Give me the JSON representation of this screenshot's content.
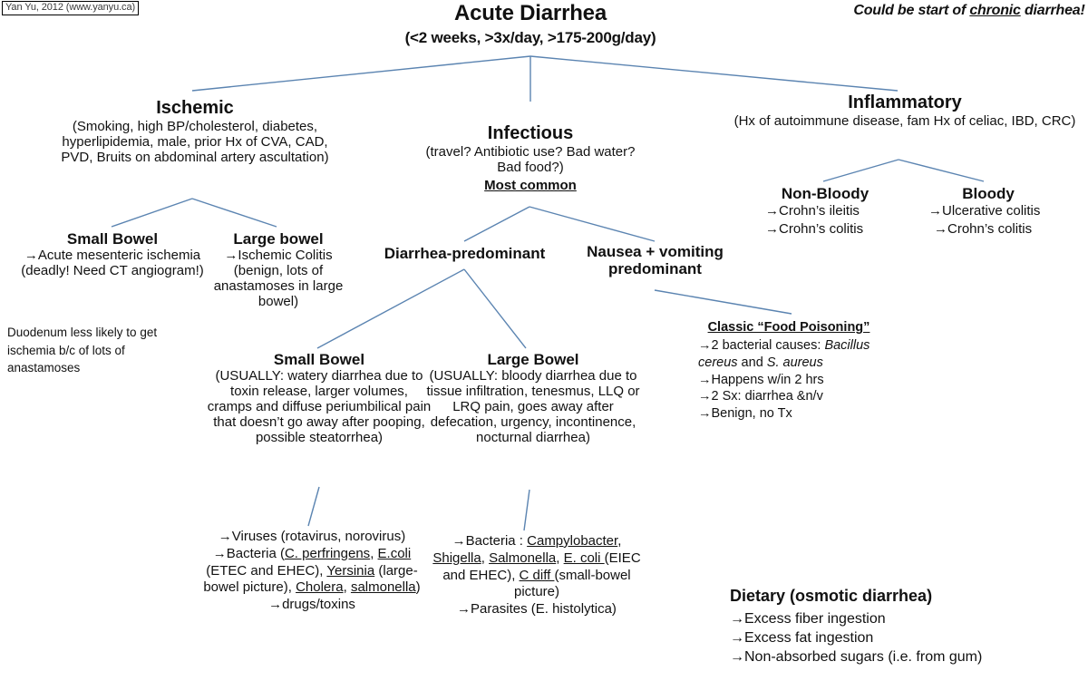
{
  "watermark": "Yan Yu, 2012 (www.yanyu.ca)",
  "title": {
    "main": "Acute Diarrhea",
    "sub": "(<2 weeks, >3x/day, >175-200g/day)"
  },
  "chronic_note": {
    "before": "Could be start of ",
    "underlined": "chronic",
    "after": " diarrhea!"
  },
  "branches": {
    "ischemic": {
      "heading": "Ischemic",
      "detail": "(Smoking, high BP/cholesterol, diabetes, hyperlipidemia, male, prior Hx of CVA, CAD, PVD, Bruits on abdominal artery ascultation)",
      "children": {
        "small_bowel": {
          "heading": "Small Bowel",
          "detail": "→Acute mesenteric ischemia (deadly! Need CT angiogram!)"
        },
        "large_bowel": {
          "heading": "Large bowel",
          "detail": "→Ischemic Colitis (benign, lots of anastamoses in large bowel)"
        }
      },
      "note": "Duodenum less likely to get ischemia b/c of lots of anastamoses"
    },
    "infectious": {
      "heading": "Infectious",
      "detail": "(travel? Antibiotic use? Bad water? Bad food?)",
      "most_common": "Most common",
      "children": {
        "diarrhea_predominant": "Diarrhea-predominant",
        "nausea_vomiting": "Nausea + vomiting predominant"
      },
      "small_bowel": {
        "heading": "Small Bowel",
        "detail": "(USUALLY: watery diarrhea due to toxin release, larger volumes, cramps and diffuse periumbilical pain that doesn’t go away after pooping,  possible steatorrhea)"
      },
      "large_bowel": {
        "heading": "Large Bowel",
        "detail": "(USUALLY: bloody diarrhea due to tissue infiltration, tenesmus,  LLQ or LRQ pain, goes away after defecation, urgency, incontinence, nocturnal diarrhea)"
      },
      "small_bowel_bugs": {
        "line1": "→Viruses (rotavirus, norovirus)",
        "line2_prefix": "→Bacteria (",
        "organisms": [
          "C. perfringens",
          "E.coli",
          "Yersinia",
          "Cholera",
          "salmonella"
        ],
        "line2_full": "→Bacteria (C. perfringens, E.coli (ETEC and EHEC), Yersinia (large-bowel picture), Cholera, salmonella)",
        "line3": "→drugs/toxins"
      },
      "large_bowel_bugs": {
        "line1_full": "→Bacteria : Campylobacter, Shigella, Salmonella, E. coli (EIEC and EHEC), C diff (small-bowel picture)",
        "organisms": [
          "Campylobacter",
          "Shigella",
          "Salmonella",
          "E. coli",
          "C diff"
        ],
        "line2": "→Parasites (E. histolytica)"
      },
      "food_poisoning": {
        "title": "Classic “Food Poisoning”",
        "items": [
          "→2 bacterial causes: Bacillus cereus and S. aureus",
          "→Happens w/in 2 hrs",
          "→2 Sx: diarrhea &n/v",
          "→Benign, no Tx"
        ],
        "italic_organisms": [
          "Bacillus cereus",
          "S. aureus"
        ]
      }
    },
    "inflammatory": {
      "heading": "Inflammatory",
      "detail": "(Hx of autoimmune disease, fam Hx of celiac, IBD, CRC)",
      "children": {
        "non_bloody": {
          "heading": "Non-Bloody",
          "items": [
            "→Crohn’s ileitis",
            "→Crohn’s colitis"
          ]
        },
        "bloody": {
          "heading": "Bloody",
          "items": [
            "→Ulcerative colitis",
            "→Crohn’s colitis"
          ]
        }
      }
    }
  },
  "dietary": {
    "title": "Dietary (osmotic diarrhea)",
    "items": [
      "→Excess fiber ingestion",
      "→Excess fat ingestion",
      "→Non-absorbed sugars (i.e. from gum)"
    ]
  },
  "colors": {
    "connector": "#5B84B1",
    "text": "#111111",
    "background": "#ffffff"
  }
}
